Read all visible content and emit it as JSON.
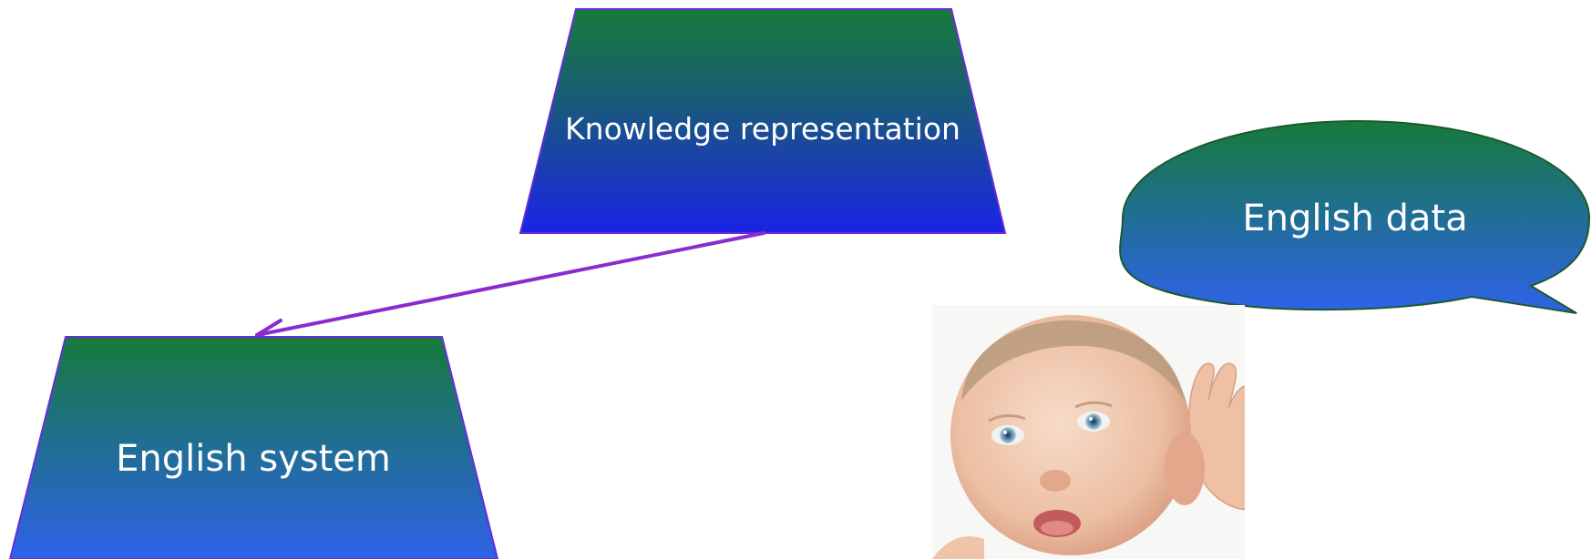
{
  "diagram": {
    "nodes": {
      "knowledge": {
        "label": "Knowledge representation"
      },
      "english_system": {
        "label": "English system"
      },
      "english_data": {
        "label": "English data"
      }
    },
    "edges": [
      {
        "from": "knowledge",
        "to": "english_system",
        "kind": "arrow"
      }
    ],
    "baby_photo": {
      "subject": "baby listening, hand cupped behind ear"
    }
  },
  "colors": {
    "gradient_top": "#177a3b",
    "gradient_mid": "#1a5f7a",
    "gradient_bottom_trap": "#1a23e6",
    "gradient_bottom_blue": "#2f62ea",
    "shape_stroke": "#6a2bd6",
    "bubble_stroke": "#1c5a2a",
    "arrow": "#8a2bd0"
  }
}
